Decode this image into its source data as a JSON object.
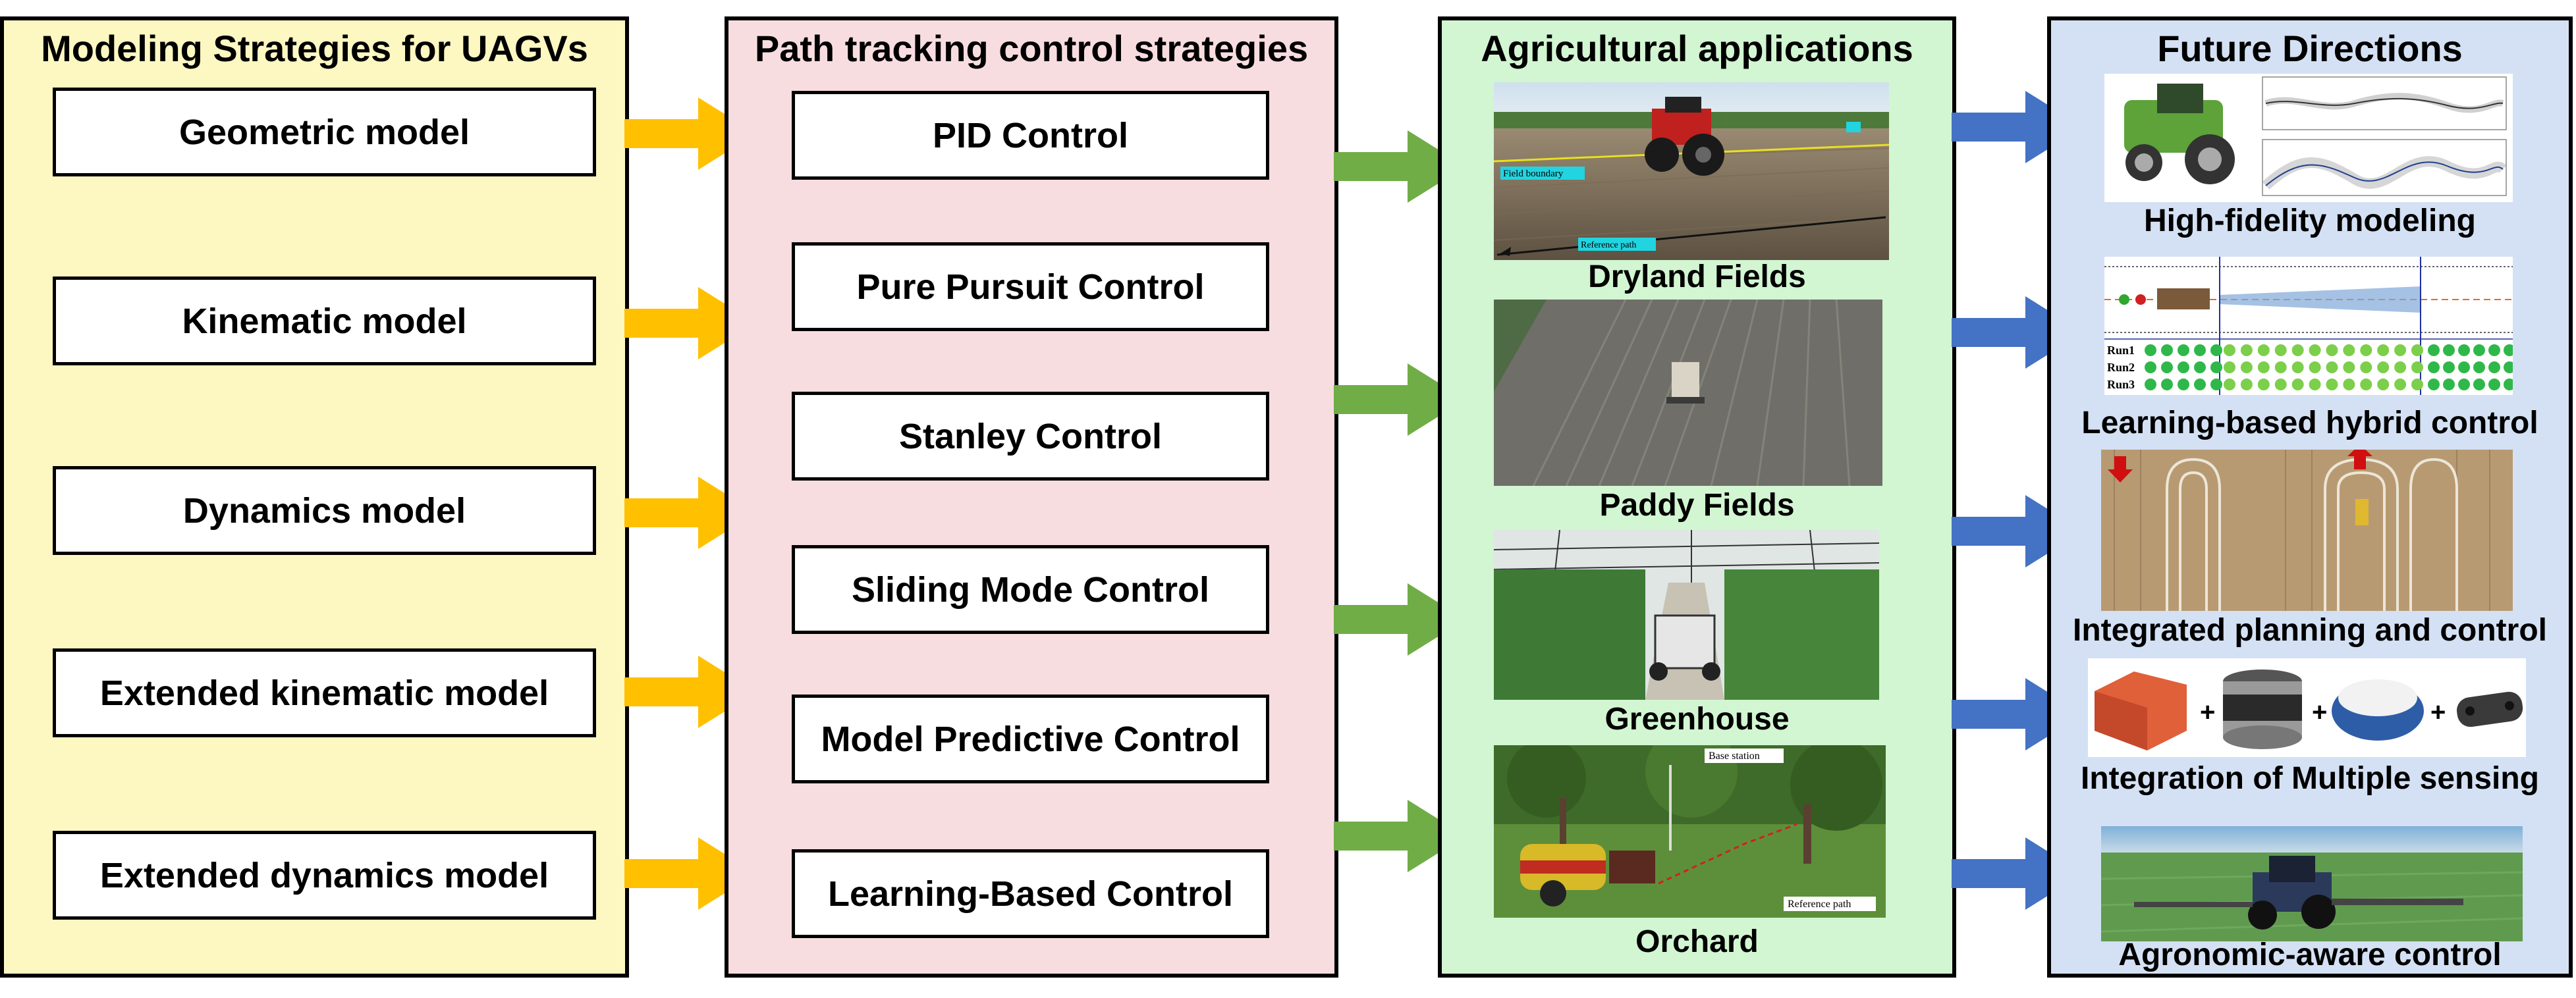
{
  "modeling": {
    "title": "Modeling Strategies for UAGVs",
    "items": [
      "Geometric model",
      "Kinematic model",
      "Dynamics model",
      "Extended kinematic model",
      "Extended dynamics model"
    ],
    "color": "#fdf7c2"
  },
  "tracking": {
    "title": "Path tracking control strategies",
    "items": [
      "PID Control",
      "Pure Pursuit Control",
      "Stanley Control",
      "Sliding Mode Control",
      "Model Predictive Control",
      "Learning-Based  Control"
    ],
    "color": "#f8dde0"
  },
  "applications": {
    "title": "Agricultural applications",
    "items": [
      "Dryland Fields",
      "Paddy Fields",
      "Greenhouse",
      "Orchard"
    ],
    "photo_labels": {
      "field_boundary": "Field boundary",
      "reference_path": "Reference path",
      "base_station": "Base station",
      "orchard_reference_path": "Reference path"
    },
    "color": "#d2f5d2"
  },
  "future": {
    "title": "Future Directions",
    "items": [
      "High-fidelity modeling",
      "Learning-based hybrid control",
      "Integrated planning and control",
      "Integration of Multiple sensing",
      "Agronomic-aware control"
    ],
    "run_labels": [
      "Run1",
      "Run2",
      "Run3"
    ],
    "plus": "+",
    "color": "#d4e1f4"
  },
  "arrow_colors": {
    "yellow": "#ffc000",
    "green": "#70ad47",
    "blue": "#4472c4"
  }
}
